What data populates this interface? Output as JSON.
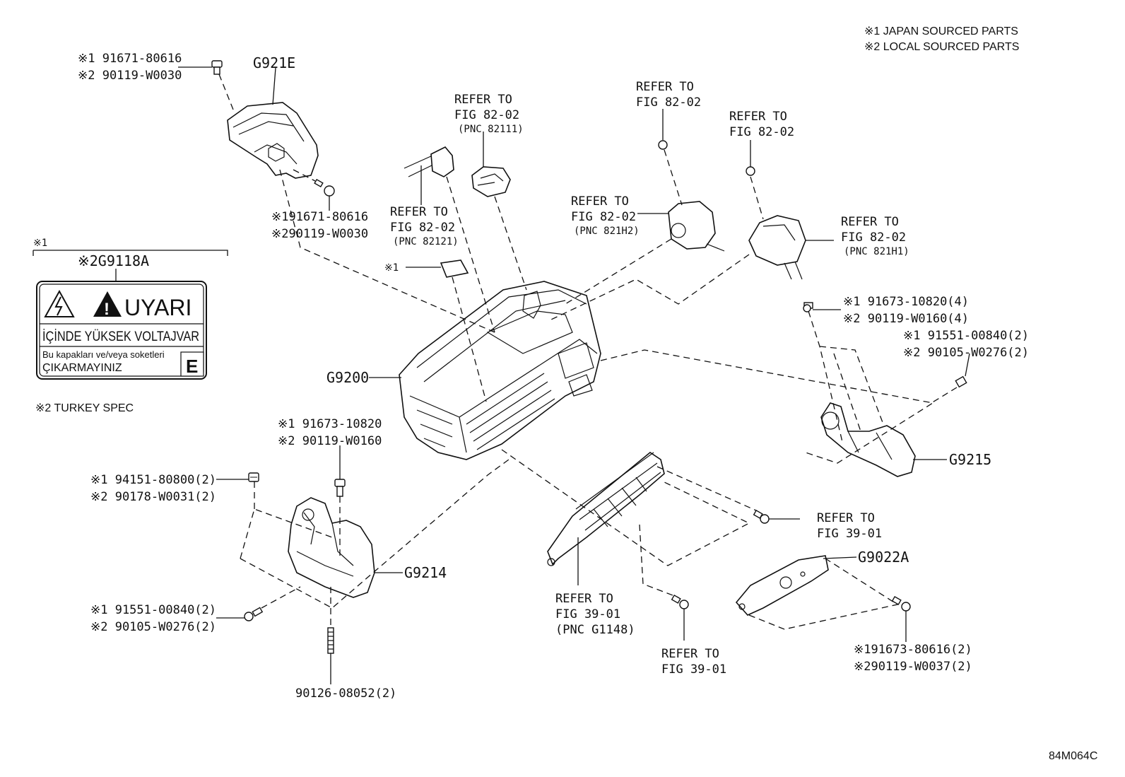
{
  "legend": {
    "line1": "※1 JAPAN SOURCED PARTS",
    "line2": "※2 LOCAL SOURCED PARTS"
  },
  "figure_code": "84M064C",
  "callouts": {
    "g921e": "G921E",
    "g9118a": "※2G9118A",
    "g9200": "G9200",
    "g9214": "G9214",
    "g9215": "G9215",
    "g9022a": "G9022A",
    "star1_label": "※1",
    "star1_bracket": "※1"
  },
  "part_numbers": {
    "top_bolt_a1": "※1 91671-80616",
    "top_bolt_a2": "※2 90119-W0030",
    "cover_bolt_b1": "※191671-80616",
    "cover_bolt_b2": "※290119-W0030",
    "mid_bolt_1": "※1 91673-10820",
    "mid_bolt_2": "※2 90119-W0160",
    "nut_1": "※1 94151-80800(2)",
    "nut_2": "※2 90178-W0031(2)",
    "left_bolt_1": "※1 91551-00840(2)",
    "left_bolt_2": "※2 90105-W0276(2)",
    "stud": "90126-08052(2)",
    "right_bolt_a1": "※1 91673-10820(4)",
    "right_bolt_a2": "※2 90119-W0160(4)",
    "right_bolt_b1": "※1 91551-00840(2)",
    "right_bolt_b2": "※2 90105-W0276(2)",
    "plate_bolt_1": "※191673-80616(2)",
    "plate_bolt_2": "※290119-W0037(2)"
  },
  "references": {
    "r82111": [
      "REFER TO",
      "FIG 82-02",
      "(PNC 82111)"
    ],
    "r82121": [
      "REFER TO",
      "FIG 82-02",
      "(PNC 82121)"
    ],
    "r_top": [
      "REFER TO",
      "FIG 82-02"
    ],
    "r_top2": [
      "REFER TO",
      "FIG 82-02"
    ],
    "r821h2": [
      "REFER TO",
      "FIG 82-02",
      "(PNC 821H2)"
    ],
    "r821h1": [
      "REFER TO",
      "FIG 82-02",
      "(PNC 821H1)"
    ],
    "r3901_right": [
      "REFER TO",
      "FIG 39-01"
    ],
    "r3901_g1148": [
      "REFER TO",
      "FIG 39-01",
      "(PNC G1148)"
    ],
    "r3901_bottom": [
      "REFER TO",
      "FIG 39-01"
    ]
  },
  "note": "※2 TURKEY SPEC",
  "warning_label": {
    "title": "UYARI",
    "line1": "İÇİNDE YÜKSEK VOLTAJVAR",
    "line2": "Bu kapakları ve/veya soketleri",
    "line3": "ÇIKARMAYINIZ",
    "badge": "E"
  }
}
